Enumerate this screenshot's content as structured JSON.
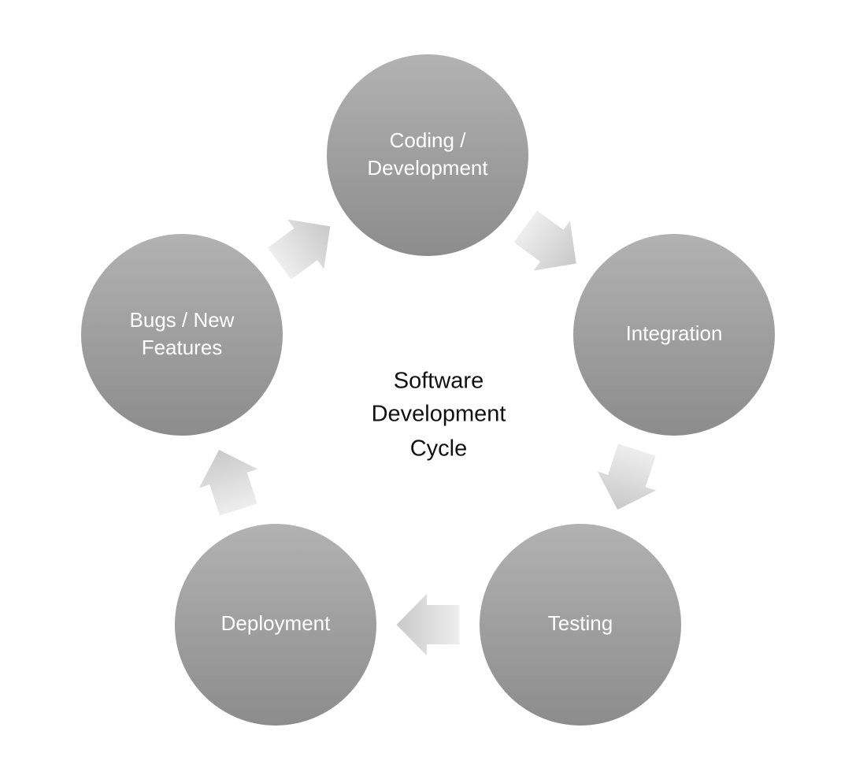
{
  "diagram": {
    "center_label_lines": [
      "Software",
      "Development",
      "Cycle"
    ],
    "colors": {
      "node_fill_top": "#b2b2b2",
      "node_fill_bottom": "#8c8c8c",
      "node_text": "#ffffff",
      "arrow_fill_light": "#eeeeee",
      "arrow_fill_dark": "#c9c9c9",
      "center_text": "#111111"
    },
    "stages": [
      {
        "id": "coding",
        "label_lines": [
          "Coding /",
          "Development"
        ]
      },
      {
        "id": "integration",
        "label_lines": [
          "Integration"
        ]
      },
      {
        "id": "testing",
        "label_lines": [
          "Testing"
        ]
      },
      {
        "id": "deployment",
        "label_lines": [
          "Deployment"
        ]
      },
      {
        "id": "bugs",
        "label_lines": [
          "Bugs / New",
          "Features"
        ]
      }
    ],
    "flow": [
      {
        "from": "coding",
        "to": "integration"
      },
      {
        "from": "integration",
        "to": "testing"
      },
      {
        "from": "testing",
        "to": "deployment"
      },
      {
        "from": "deployment",
        "to": "bugs"
      },
      {
        "from": "bugs",
        "to": "coding"
      }
    ]
  }
}
